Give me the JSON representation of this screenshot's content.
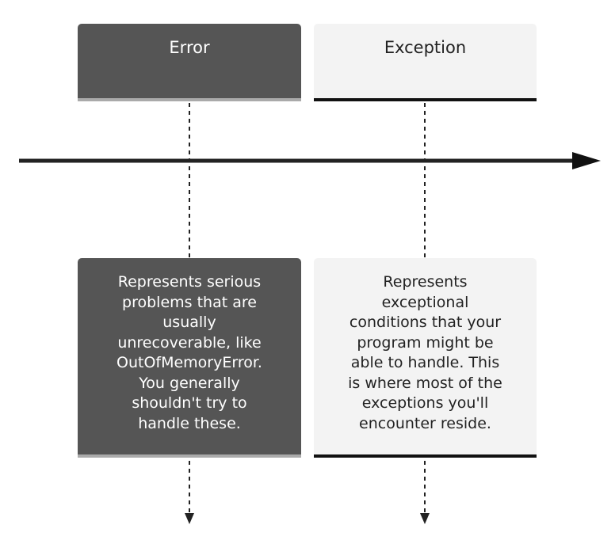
{
  "columns": [
    {
      "title": "Error",
      "description": "Represents serious\nproblems that are\nusually\nunrecoverable, like\nOutOfMemoryError.\nYou generally\nshouldn't try to\nhandle these."
    },
    {
      "title": "Exception",
      "description": "Represents\nexceptional\nconditions that your\nprogram might be\nable to handle. This\nis where most of the\nexceptions you'll\nencounter reside."
    }
  ],
  "colors": {
    "error_fill": "#555555",
    "error_border": "#aaaaaa",
    "exception_fill": "#f3f3f3",
    "exception_border": "#111111",
    "line": "#222222"
  }
}
